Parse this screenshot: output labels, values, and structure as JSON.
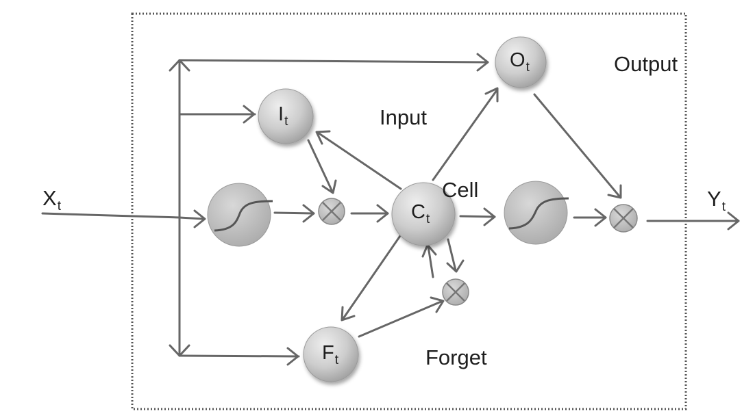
{
  "nodes": {
    "input_gate": {
      "main": "I",
      "sub": "t"
    },
    "output_gate": {
      "main": "O",
      "sub": "t"
    },
    "forget_gate": {
      "main": "F",
      "sub": "t"
    },
    "cell": {
      "main": "C",
      "sub": "t"
    }
  },
  "io": {
    "input": {
      "main": "X",
      "sub": "t"
    },
    "output": {
      "main": "Y",
      "sub": "t"
    }
  },
  "labels": {
    "output": "Output",
    "input": "Input",
    "cell": "Cell",
    "forget": "Forget"
  }
}
